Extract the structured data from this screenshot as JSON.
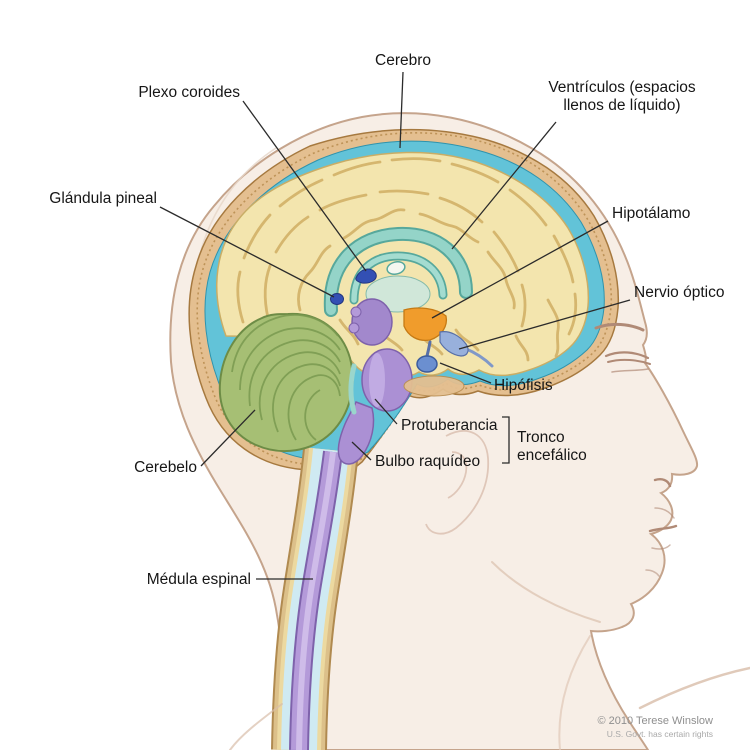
{
  "figure": {
    "type": "medical-illustration",
    "subject": "Sagittal section of the human head showing brain anatomy, Spanish labels"
  },
  "labels": {
    "cerebro": "Cerebro",
    "plexo_coroides": "Plexo coroides",
    "ventriculos_line1": "Ventrículos (espacios",
    "ventriculos_line2": "llenos de líquido)",
    "glandula_pineal": "Glándula pineal",
    "hipotalamo": "Hipotálamo",
    "nervio_optico": "Nervio óptico",
    "hipofisis": "Hipófisis",
    "cerebelo": "Cerebelo",
    "protuberancia": "Protuberancia",
    "bulbo_raquideo": "Bulbo raquídeo",
    "tronco_encefalico_line1": "Tronco",
    "tronco_encefalico_line2": "encefálico",
    "medula_espinal": "Médula espinal"
  },
  "credit": {
    "line1": "© 2010 Terese Winslow",
    "line2": "U.S. Govt. has certain rights"
  },
  "palette": {
    "skin": "#f7eee6",
    "skull_bone": "#e4bf90",
    "csf_meninges": "#62c3d8",
    "cerebrum": "#f3e5ae",
    "cerebellum": "#a6bf74",
    "brainstem": "#ab90d4",
    "spinal_cord": "#b49ad9",
    "ventricles": "#94d4c8",
    "hypothalamus": "#f09c2c",
    "pituitary": "#6b8fd0",
    "pineal_and_choroid_plexus": "#3350b4"
  }
}
